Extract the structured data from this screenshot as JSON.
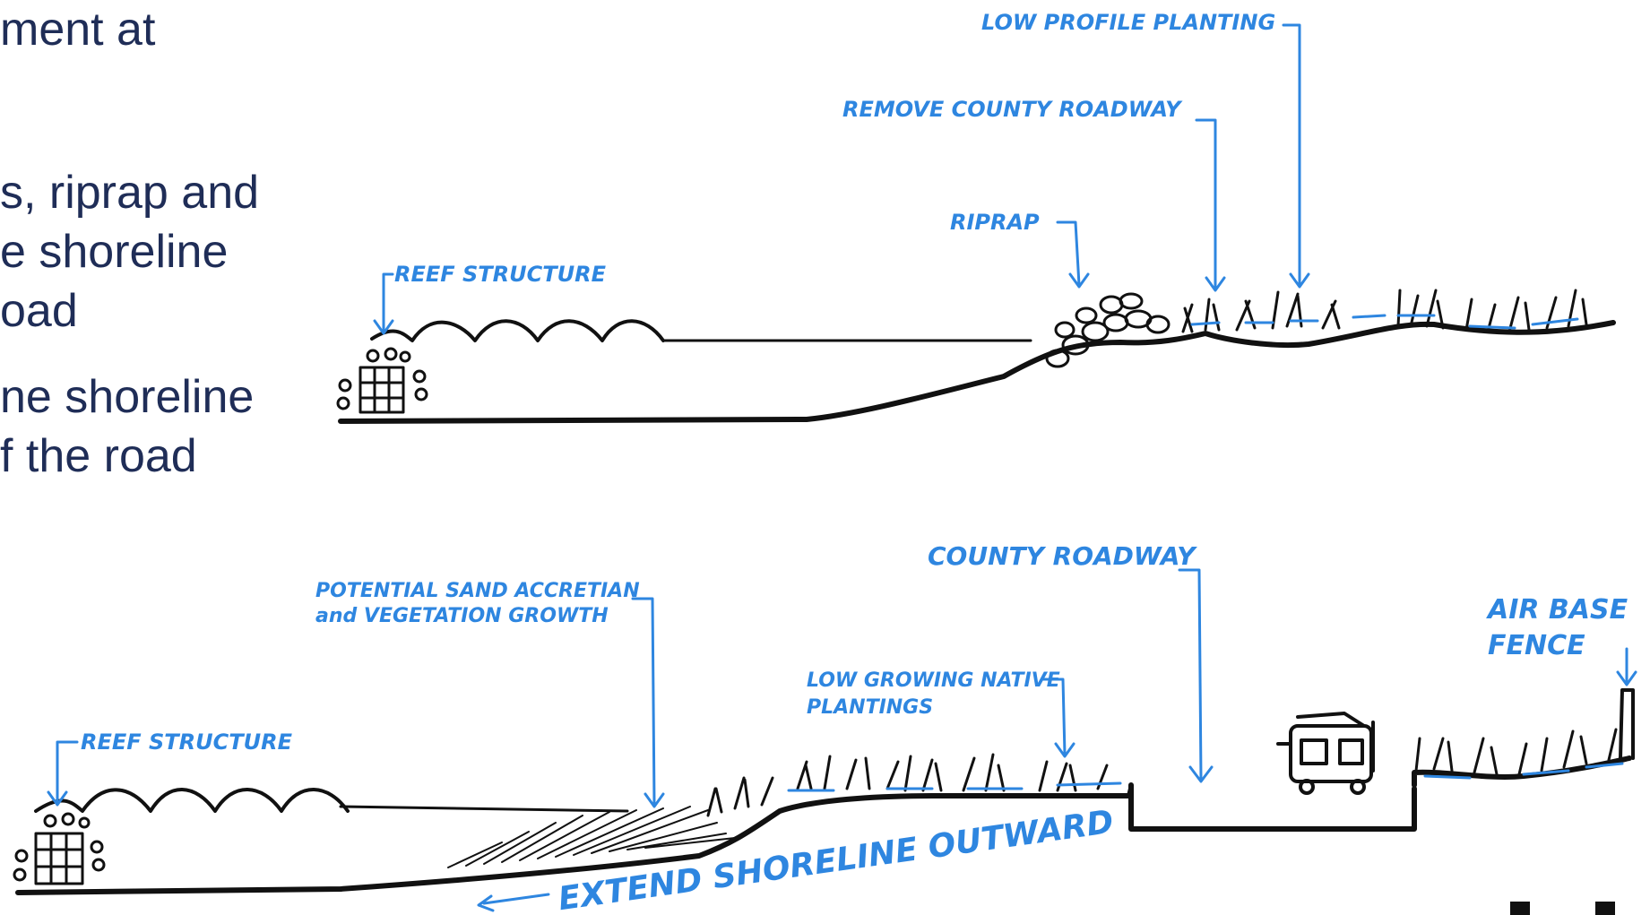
{
  "slide": {
    "title": "ment at",
    "bullets": [
      [
        "s, riprap and",
        "e shoreline",
        "oad"
      ],
      [
        "ne  shoreline",
        "f the road"
      ]
    ]
  },
  "sketch": {
    "top_section": {
      "labels": {
        "low_profile_planting": "LOW PROFILE PLANTING",
        "remove_county_roadway": "REMOVE COUNTY ROADWAY",
        "riprap": "RIPRAP",
        "reef_structure": "REEF STRUCTURE"
      }
    },
    "bottom_section": {
      "labels": {
        "county_roadway": "COUNTY ROADWAY",
        "potential_sand_accretion_line1": "POTENTIAL SAND ACCRETIAN",
        "potential_sand_accretion_line2": "and VEGETATION GROWTH",
        "air_base_fence_line1": "AIR BASE",
        "air_base_fence_line2": "FENCE",
        "low_growing_native_line1": "LOW GROWING NATIVE",
        "low_growing_native_line2": "PLANTINGS",
        "reef_structure": "REEF STRUCTURE",
        "extend_shoreline_outward": "EXTEND SHORELINE OUTWARD"
      }
    },
    "colors": {
      "annotation": "#2e86e0",
      "ink": "#111111",
      "slide_text": "#1f2d57"
    }
  }
}
